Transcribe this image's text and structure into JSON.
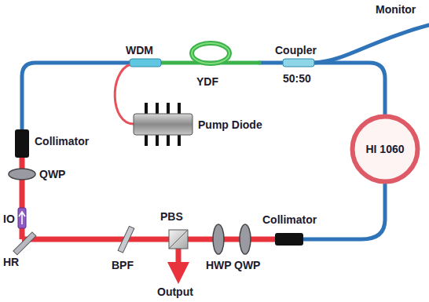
{
  "diagram": {
    "nodes": [
      {
        "text": [
          "HI 1060"
        ]
      }
    ],
    "labels": [
      "Monitor",
      "WDM",
      "YDF",
      "Coupler",
      "50:50",
      "Pump Diode",
      "Collimator",
      "QWP",
      "IO",
      "HR",
      "BPF",
      "PBS",
      "Output",
      "HWP",
      "QWP",
      "Collimator"
    ]
  }
}
